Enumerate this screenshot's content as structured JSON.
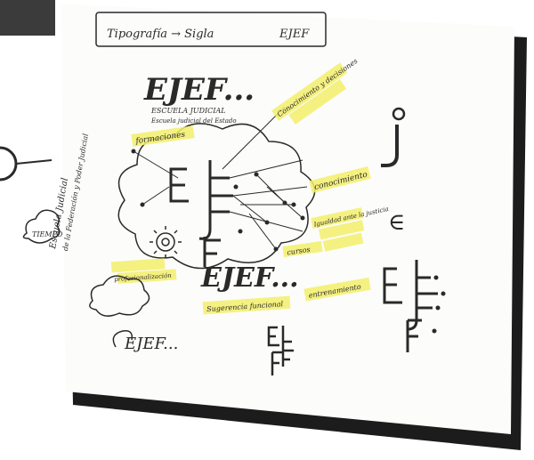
{
  "sketch": {
    "header_text": "Tipografía → Sigla",
    "header_sigla": "EJEF",
    "logo_main": "EJEF...",
    "logo_sub": "ESCUELA JUDICIAL",
    "logo_sub2": "Escuela judicial del Estado",
    "logo_lower": "EJEF...",
    "logo_lower_caption": "Sugerencia funcional",
    "logo_cloud": "EJEF...",
    "side_note": "Escuela Judicial",
    "side_note2": "de la Federación y Poder Judicial",
    "label_top_left": "formaciones",
    "label_top_right": "Conocimiento y decisiones",
    "label_right_1": "conocimiento",
    "label_right_2": "Igualdad ante la justicia",
    "label_right_3": "cursos",
    "label_bottom_left": "profesionalización",
    "label_bottom_right": "entrenamiento",
    "cloud_left_text": "TIEMPO",
    "glyph_e": "∈",
    "colors": {
      "paper": "#fcfcfa",
      "ink": "#2a2a2a",
      "highlight": "#f2ee6a",
      "shadow": "#1c1c1c",
      "header_bar": "#3b3b3b"
    }
  }
}
